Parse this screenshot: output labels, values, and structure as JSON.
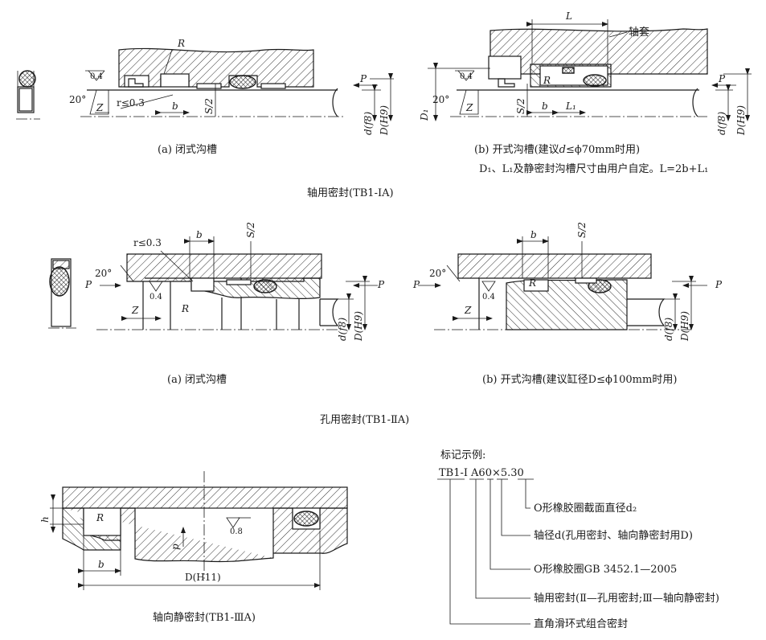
{
  "shaft": {
    "caption_a": "(a) 闭式沟槽",
    "caption_b_pre": "(b) 开式沟槽(建议",
    "caption_b_var": "d",
    "caption_b_post": "≤ϕ70mm时用)",
    "note": "D₁、L₁及静密封沟槽尺寸由用户自定。L=2b+L₁",
    "title": "轴用密封(TB1-ⅠA)",
    "label_R": "R",
    "label_r": "r≤0.3",
    "label_b": "b",
    "label_Z": "Z",
    "label_S2": "S/2",
    "label_d": "d(f8)",
    "label_D": "D(H9)",
    "label_P": "P",
    "label_angle": "20°",
    "label_rough": "0.4",
    "label_L": "L",
    "label_L1": "L₁",
    "label_D1": "D₁",
    "label_sleeve": "轴套"
  },
  "bore": {
    "caption_a": "(a) 闭式沟槽",
    "caption_b": "(b) 开式沟槽(建议缸径D≤ϕ100mm时用)",
    "title": "孔用密封(TB1-ⅡA)",
    "label_r": "r≤0.3",
    "label_b": "b",
    "label_S2": "S/2",
    "label_P": "P",
    "label_angle": "20°",
    "label_rough": "0.4",
    "label_Z": "Z",
    "label_R": "R",
    "label_d": "d(f8)",
    "label_D": "D(H9)"
  },
  "axial": {
    "title": "轴向静密封(TB1-ⅢA)",
    "label_h": "h",
    "label_R": "R",
    "label_b": "b",
    "label_p": "p",
    "label_rough": "0.8",
    "label_D": "D(H11)"
  },
  "marking": {
    "heading": "标记示例:",
    "code_a": "TB1",
    "code_b": "-Ⅰ",
    "code_c": "A",
    "code_d": "60",
    "code_e": "×5.30",
    "items": [
      "O形橡胶圈截面直径d₂",
      "轴径d(孔用密封、轴向静密封用D)",
      "O形橡胶圈GB 3452.1—2005",
      "轴用密封(Ⅱ—孔用密封;Ⅲ—轴向静密封)",
      "直角滑环式组合密封"
    ]
  }
}
